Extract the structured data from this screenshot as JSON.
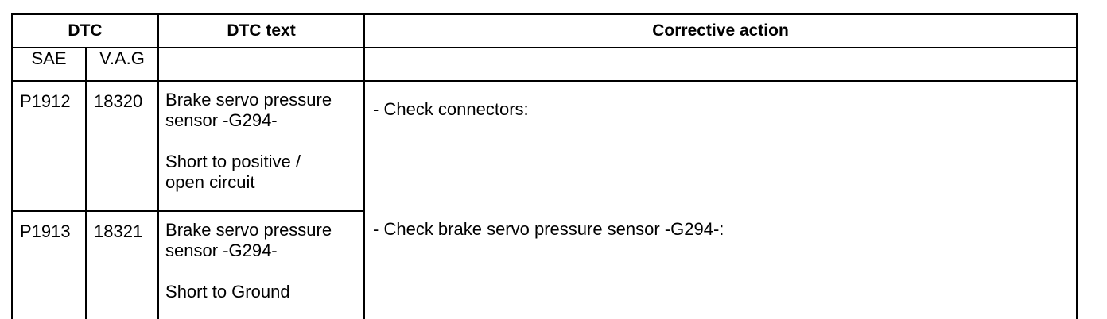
{
  "table": {
    "header": {
      "dtc": "DTC",
      "dtc_text": "DTC text",
      "corrective_action": "Corrective action"
    },
    "subheader": {
      "sae": "SAE",
      "vag": "V.A.G",
      "dtc_text": "",
      "corrective_action": ""
    },
    "rows": [
      {
        "sae": "P1912",
        "vag": "18320",
        "text_line1": "Brake servo pressure",
        "text_line2": "sensor -G294-",
        "text_line3": "Short to positive /",
        "text_line4": "open circuit"
      },
      {
        "sae": "P1913",
        "vag": "18321",
        "text_line1": "Brake servo pressure",
        "text_line2": "sensor -G294-",
        "text_line3": "Short to Ground"
      }
    ],
    "actions": [
      "- Check connectors:",
      "- Check brake servo pressure sensor -G294-:"
    ]
  }
}
